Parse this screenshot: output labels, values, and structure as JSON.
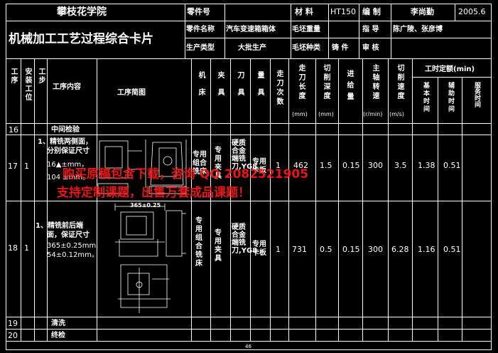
{
  "header": {
    "school": "攀枝花学院",
    "card_title": "机械加工工艺过程综合卡片",
    "part_no_label": "零件号",
    "part_no_value": "",
    "part_name_label": "零件名称",
    "part_name_value": "汽车变速箱箱体",
    "blank_weight_label": "毛坯重量",
    "blank_weight_value": "",
    "prod_type_label": "生产类型",
    "prod_type_value": "大批生产",
    "blank_kind_label": "毛坯种类",
    "blank_kind_value": "铸 件",
    "material_label": "材 料",
    "material_value": "HT150",
    "compile_label": "编 制",
    "compile_value": "李尚勤",
    "date_value": "2005.6",
    "advisor_label": "指 导",
    "advisor_value": "陈广陵、张彦博",
    "review_label": "审 核",
    "review_value": ""
  },
  "columns": {
    "op": "工序",
    "install": "安装工位",
    "step": "工步",
    "content": "工序内容",
    "sketch": "工序简图",
    "machine": "机床",
    "fixture": "夹具",
    "tool": "刀具",
    "gauge": "量具",
    "passes": "走刀次数",
    "length": "走刀长度",
    "length_unit": "(mm)",
    "depth": "切削深度",
    "depth_unit": "(mm)",
    "feed": "进给量",
    "speed": "主轴转速",
    "speed_unit": "(r/min)",
    "vc": "切削速度",
    "vc_unit": "(m/s)",
    "time_group": "工时定额(min)",
    "time_basic": "基本时间",
    "time_aux": "辅助时间",
    "time_serv": "服务时间"
  },
  "rows": [
    {
      "op": "16",
      "content": "中间检验"
    },
    {
      "op": "17",
      "install": "1",
      "content_lines": [
        "1、精铣两侧面，",
        "分别保证尺寸",
        "16▲±mm，",
        "104 ±mm。"
      ],
      "machine": "专用组合铣床",
      "fixture": "专用夹具",
      "tool": "硬质合金端铣刀,YG8",
      "gauge": "专用卡板",
      "passes": "1",
      "length": "462",
      "depth": "1.5",
      "feed": "0.15",
      "speed": "300",
      "vc": "3.5",
      "t_basic": "1.38",
      "t_aux": "0.51"
    },
    {
      "op": "18",
      "install": "1",
      "content_lines": [
        "1、精铣前后端",
        "面，保证尺寸",
        "365±0.25mm,",
        "54±0.12mm。"
      ],
      "machine": "专用组合铣床",
      "fixture": "专用夹具",
      "tool": "硬质合金端铣刀,YG8",
      "gauge": "专用卡板",
      "passes": "1",
      "length": "731",
      "depth": "0.5",
      "feed": "0.15",
      "speed": "300",
      "vc": "6.28",
      "t_basic": "1.16",
      "t_aux": "0.51"
    },
    {
      "op": "19",
      "content": "清洗"
    },
    {
      "op": "20",
      "content": "终检"
    }
  ],
  "sketch_dims": {
    "top": "365±0.25"
  },
  "page_number": "46",
  "watermark": {
    "line1": "购买原稿包含下载，咨询 QQ 2082521905",
    "line2": "支持定制课题，出售万套成品课题！"
  },
  "colors": {
    "background": "#000000",
    "lines": "#ffffff",
    "watermark": "#ff1a1a"
  }
}
